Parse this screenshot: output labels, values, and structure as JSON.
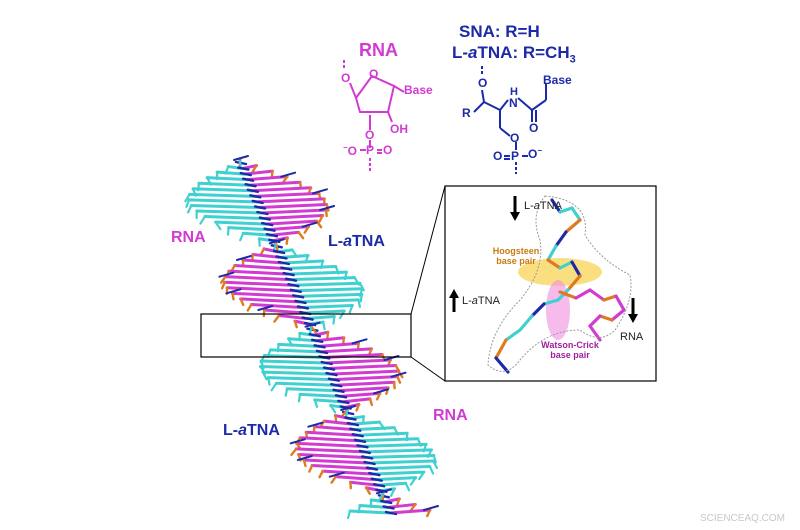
{
  "formula": {
    "rna_title": "RNA",
    "sna_line": "SNA: R=H",
    "latna_line_prefix": "L-",
    "latna_line_italic": "a",
    "latna_line_rest": "TNA: R=CH",
    "latna_sub": "3",
    "base_rna": "Base",
    "base_tna": "Base",
    "oh": "OH",
    "o": "O",
    "p": "P",
    "o_minus": "O",
    "r": "R",
    "h": "H",
    "n": "N"
  },
  "duplex": {
    "rna_top": "RNA",
    "latna_top_prefix": "L-",
    "latna_top_italic": "a",
    "latna_top_rest": "TNA",
    "latna_bottom_prefix": "L-",
    "latna_bottom_italic": "a",
    "latna_bottom_rest": "TNA",
    "rna_bottom": "RNA"
  },
  "inset": {
    "latna_top_prefix": "L-",
    "latna_top_italic": "a",
    "latna_top_rest": "TNA",
    "latna_left_prefix": "L-",
    "latna_left_italic": "a",
    "latna_left_rest": "TNA",
    "rna_right": "RNA",
    "hoogsteen_1": "Hoogsteen",
    "hoogsteen_2": "base pair",
    "watson_1": "Watson-Crick",
    "watson_2": "base pair"
  },
  "watermark": "SCIENCEAQ.COM",
  "colors": {
    "rna": "#d23bd2",
    "tna": "#1c2aa8",
    "cyan": "#3fd0d0",
    "orange": "#e07a1e",
    "hoogsteen": "#c77a12",
    "watson": "#a020a0"
  }
}
